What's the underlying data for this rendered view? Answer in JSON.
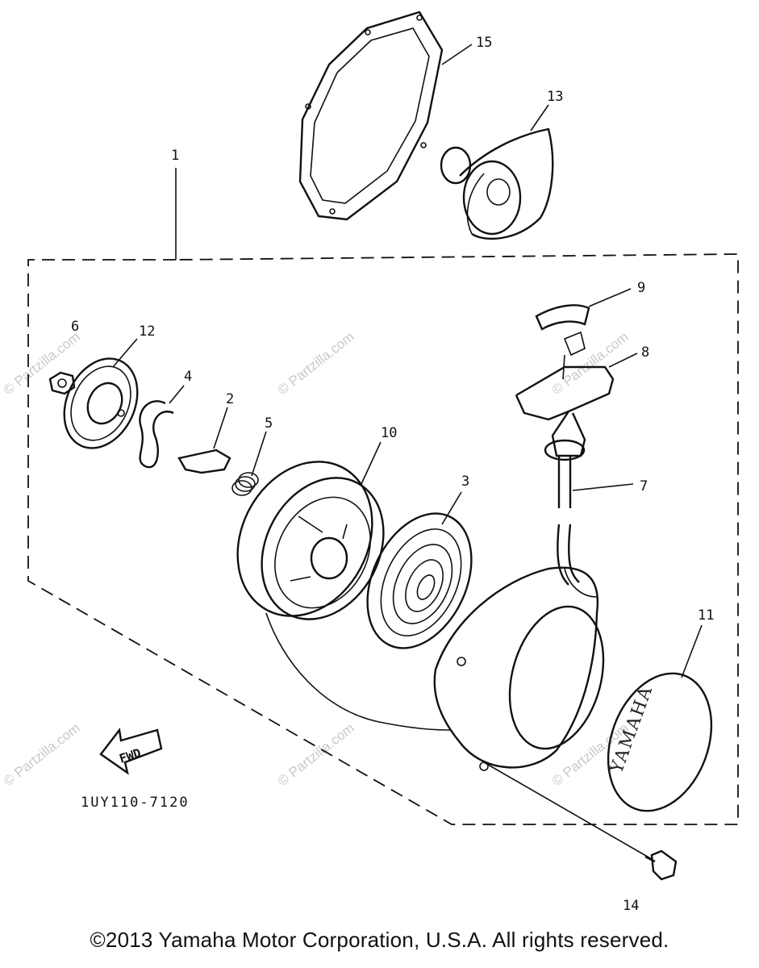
{
  "watermark": "© Partzilla.com",
  "callouts": {
    "p1": "1",
    "p2": "2",
    "p3": "3",
    "p4": "4",
    "p5": "5",
    "p6": "6",
    "p7": "7",
    "p8": "8",
    "p9": "9",
    "p10": "10",
    "p11": "11",
    "p12": "12",
    "p13": "13",
    "p14": "14",
    "p15": "15"
  },
  "fwd_label": "FWD",
  "drawing_number": "1UY110-7120",
  "emblem_text": "YAMAHA",
  "copyright": "©2013  Yamaha Motor Corporation, U.S.A. All rights reserved."
}
